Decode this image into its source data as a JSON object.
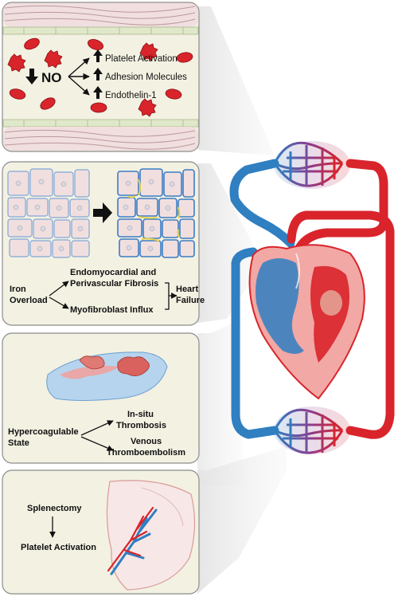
{
  "panel1": {
    "no_label": "NO",
    "effects": [
      "Platelet Activation",
      "Adhesion Molecules",
      "Endothelin-1"
    ]
  },
  "panel2": {
    "cause_line1": "Iron",
    "cause_line2": "Overload",
    "outcome_a_line1": "Endomyocardial and",
    "outcome_a_line2": "Perivascular Fibrosis",
    "outcome_b": "Myofibroblast Influx",
    "result_line1": "Heart",
    "result_line2": "Failure"
  },
  "panel3": {
    "cause_line1": "Hypercoagulable",
    "cause_line2": "State",
    "outcome_a_line1": "In-situ",
    "outcome_a_line2": "Thrombosis",
    "outcome_b_line1": "Venous",
    "outcome_b_line2": "Thromboembolism"
  },
  "panel4": {
    "cause": "Splenectomy",
    "result": "Platelet Activation"
  },
  "colors": {
    "artery": "#d9242b",
    "vein": "#2f7fc1",
    "panel_fill": "#f3f1e2",
    "panel_stroke": "#8c8c8c",
    "tissue": "#f1dfe0"
  }
}
